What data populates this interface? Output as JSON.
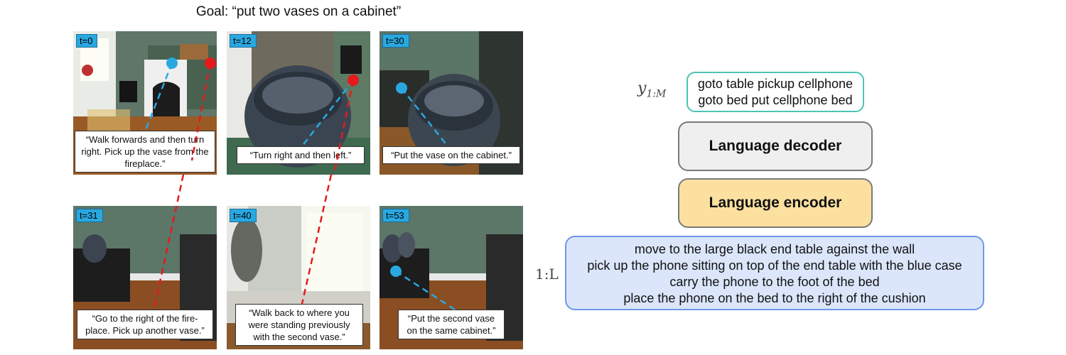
{
  "goal": "Goal: “put two vases on a cabinet”",
  "frames": [
    {
      "t": "t=0",
      "caption": "“Walk forwards and then turn right. Pick up the vase from the fireplace.”"
    },
    {
      "t": "t=12",
      "caption": "“Turn right and then left.”"
    },
    {
      "t": "t=30",
      "caption": "“Put the vase on the cabinet.”"
    },
    {
      "t": "t=31",
      "caption": "“Go to the right of the fire-place. Pick up another vase.”"
    },
    {
      "t": "t=40",
      "caption": "“Walk back to where you were standing previously with the second vase.”"
    },
    {
      "t": "t=53",
      "caption": "“Put the second vase on the same cabinet.”"
    }
  ],
  "diagram": {
    "output_label": {
      "main": "y",
      "sub": "1:M"
    },
    "output_lines": [
      "goto table pickup cellphone",
      "goto bed put cellphone bed"
    ],
    "decoder_label": "Language decoder",
    "encoder_label": "Language encoder",
    "input_label": "1:L",
    "input_lines": [
      "move to the large black end table against the wall",
      "pick up the phone sitting on top of the end table with the blue case",
      "carry the phone to the foot of the bed",
      "place the phone on the bed to the right of the cushion"
    ]
  },
  "colors": {
    "badge": "#29a8e0",
    "blue_marker": "#29a8e0",
    "red_marker": "#e41a1c",
    "output_border": "#4cc4b4",
    "encoder_fill": "#fbe0a0",
    "decoder_fill": "#efefef",
    "input_fill": "#dbe6fb",
    "input_border": "#6f97e8"
  }
}
